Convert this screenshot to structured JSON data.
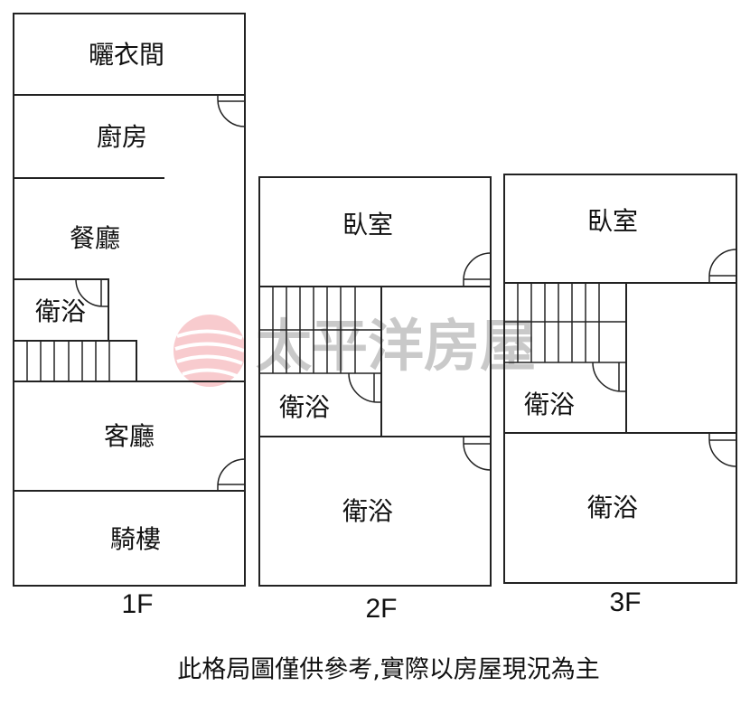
{
  "floors": [
    {
      "label": "1F",
      "rooms": [
        "曬衣間",
        "廚房",
        "餐廳",
        "衛浴",
        "客廳",
        "騎樓"
      ]
    },
    {
      "label": "2F",
      "rooms": [
        "臥室",
        "衛浴",
        "衛浴"
      ]
    },
    {
      "label": "3F",
      "rooms": [
        "臥室",
        "衛浴",
        "衛浴"
      ]
    }
  ],
  "watermark": {
    "text": "太平洋房屋",
    "logo_color": "#e8707a"
  },
  "caption": "此格局圖僅供參考,實際以房屋現況為主"
}
